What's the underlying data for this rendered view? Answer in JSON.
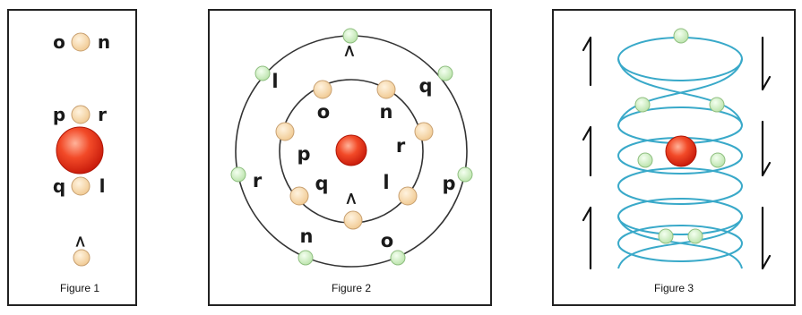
{
  "figures": [
    {
      "caption": "Figure 1"
    },
    {
      "caption": "Figure 2"
    },
    {
      "caption": "Figure 3"
    }
  ],
  "symbols": {
    "f1": [
      "o",
      "n",
      "q",
      "r",
      "p",
      "l",
      "<"
    ],
    "f2_inner": [
      "o",
      "n",
      "p",
      "r",
      "q",
      "l",
      "<"
    ],
    "f2_outer": [
      "<",
      "l",
      "q",
      "r",
      "p",
      "n",
      "o"
    ]
  },
  "colors": {
    "nucleus": "#e8251a",
    "inner_electron": "#f7d8a8",
    "outer_electron": "#d6f0c8",
    "helix": "#39a9c9",
    "frame": "#222222"
  }
}
